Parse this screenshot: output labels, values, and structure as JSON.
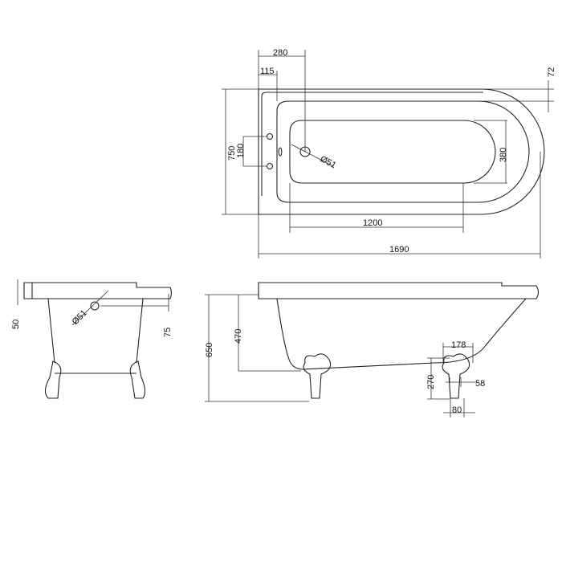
{
  "title": "Bath technical drawing",
  "top_view": {
    "dims": {
      "tap_offset": "280",
      "overflow_offset": "115",
      "rim_depth": "72",
      "width": "750",
      "tap_spacing": "180",
      "waste_diameter": "Ø51",
      "basin_width": "380",
      "basin_length": "1200",
      "length": "1690"
    }
  },
  "end_view": {
    "dims": {
      "rim_height": "50",
      "waste_diameter": "Ø51",
      "waste_drop": "75"
    }
  },
  "side_view": {
    "dims": {
      "overall_height": "650",
      "depth": "470",
      "foot_width": "178",
      "foot_height": "270",
      "foot_base": "58",
      "foot_spread": "80"
    }
  }
}
